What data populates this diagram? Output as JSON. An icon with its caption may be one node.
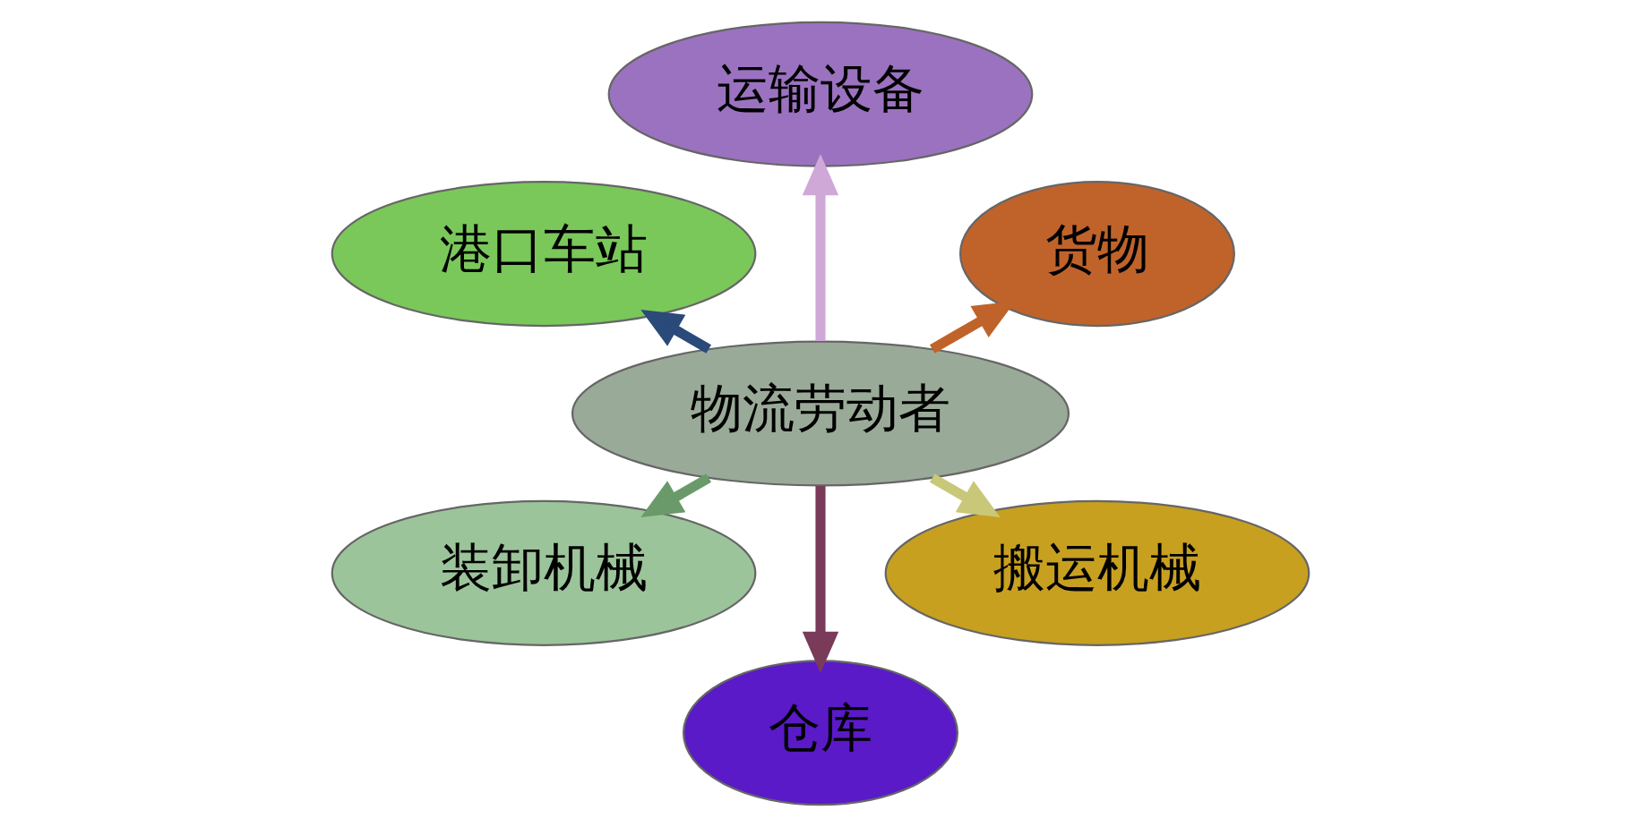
{
  "diagram": {
    "nodes": [
      {
        "text": [
          "物流劳动者"
        ]
      },
      {
        "text": [
          "货物"
        ]
      },
      {
        "text": [
          "运输设备"
        ]
      },
      {
        "text": [
          "港口车站"
        ]
      },
      {
        "text": [
          "装卸机械"
        ]
      },
      {
        "text": [
          "仓库"
        ]
      },
      {
        "text": [
          "搬运机械"
        ]
      }
    ],
    "edges": [
      {
        "from": 0,
        "to": 1,
        "arrow": "to",
        "color": "#c0632a"
      },
      {
        "from": 0,
        "to": 2,
        "arrow": "to",
        "color": "#d0a8d8"
      },
      {
        "from": 0,
        "to": 3,
        "arrow": "to",
        "color": "#2a4a7a"
      },
      {
        "from": 0,
        "to": 4,
        "arrow": "to",
        "color": "#6a9a6a"
      },
      {
        "from": 0,
        "to": 5,
        "arrow": "to",
        "color": "#7a3a5a"
      },
      {
        "from": 0,
        "to": 6,
        "arrow": "to",
        "color": "#c8c878"
      }
    ]
  }
}
